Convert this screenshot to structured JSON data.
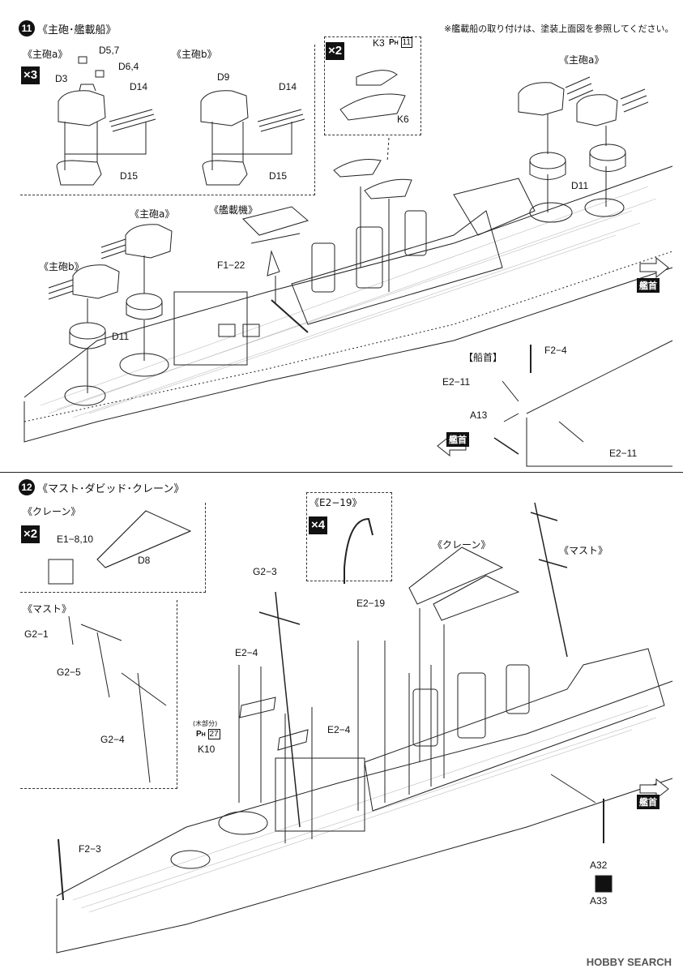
{
  "step11": {
    "number": "11",
    "title": "《主砲･艦載船》",
    "note": "※艦載船の取り付けは、塗装上面図を参照してください。",
    "turret_a_title": "《主砲a》",
    "turret_a_mult": "×3",
    "turret_b_title": "《主砲b》",
    "boat_mult": "×2",
    "parts": {
      "d57": "D5,7",
      "d64": "D6,4",
      "d3": "D3",
      "d14a": "D14",
      "d15a": "D15",
      "d9": "D9",
      "d14b": "D14",
      "d15b": "D15",
      "k3": "K3",
      "ph11": "11",
      "k6": "K6",
      "turret_a_upper": "《主砲a》",
      "d11_right": "D11",
      "turret_a_mid": "《主砲a》",
      "aircraft_title": "《艦載機》",
      "turret_b_mid": "《主砲b》",
      "f1_22": "F1−22",
      "d11_left": "D11",
      "bow_title": "【船首】",
      "f2_4": "F2−4",
      "e2_11a": "E2−11",
      "a13": "A13",
      "e2_11b": "E2−11"
    },
    "bow_arrow_right": "艦首",
    "bow_arrow_left": "艦首"
  },
  "step12": {
    "number": "12",
    "title": "《マスト･ダビッド･クレーン》",
    "crane_title": "《クレーン》",
    "crane_mult": "×2",
    "e1_810": "E1−8,10",
    "d8": "D8",
    "mast_title": "《マスト》",
    "g2_1": "G2−1",
    "g2_5": "G2−5",
    "g2_4a": "G2−4",
    "e2_19_title": "《E2−19》",
    "e2_19_mult": "×4",
    "g2_3": "G2−3",
    "e2_19": "E2−19",
    "crane_title2": "《クレーン》",
    "mast_title2": "《マスト》",
    "e2_4a": "E2−4",
    "e2_4b": "E2−4",
    "wood_note": "(木部分)",
    "ph27": "27",
    "k10": "K10",
    "f2_3": "F2−3",
    "bow_arrow": "艦首",
    "a32": "A32",
    "a33": "A33"
  },
  "watermark": "HOBBY SEARCH"
}
